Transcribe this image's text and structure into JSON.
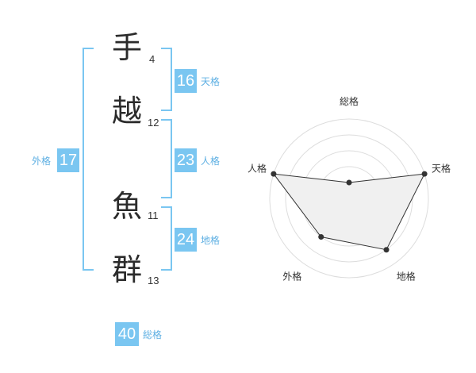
{
  "name": {
    "chars": [
      {
        "char": "手",
        "strokes": "4"
      },
      {
        "char": "越",
        "strokes": "12"
      },
      {
        "char": "魚",
        "strokes": "11"
      },
      {
        "char": "群",
        "strokes": "13"
      }
    ]
  },
  "fortunes": {
    "tenkaku": {
      "value": "16",
      "label": "天格"
    },
    "jinkaku": {
      "value": "23",
      "label": "人格"
    },
    "chikaku": {
      "value": "24",
      "label": "地格"
    },
    "gaikaku": {
      "value": "17",
      "label": "外格"
    },
    "soukaku": {
      "value": "40",
      "label": "総格"
    }
  },
  "colors": {
    "accent": "#7ac6f1",
    "label_text": "#5fb0e3",
    "ring": "#dddddd",
    "fill": "#f0f0f0"
  },
  "chart_data": {
    "type": "radar",
    "axes": [
      "総格",
      "天格",
      "地格",
      "外格",
      "人格"
    ],
    "values": [
      1,
      5,
      4,
      3,
      5
    ],
    "max": 5
  }
}
